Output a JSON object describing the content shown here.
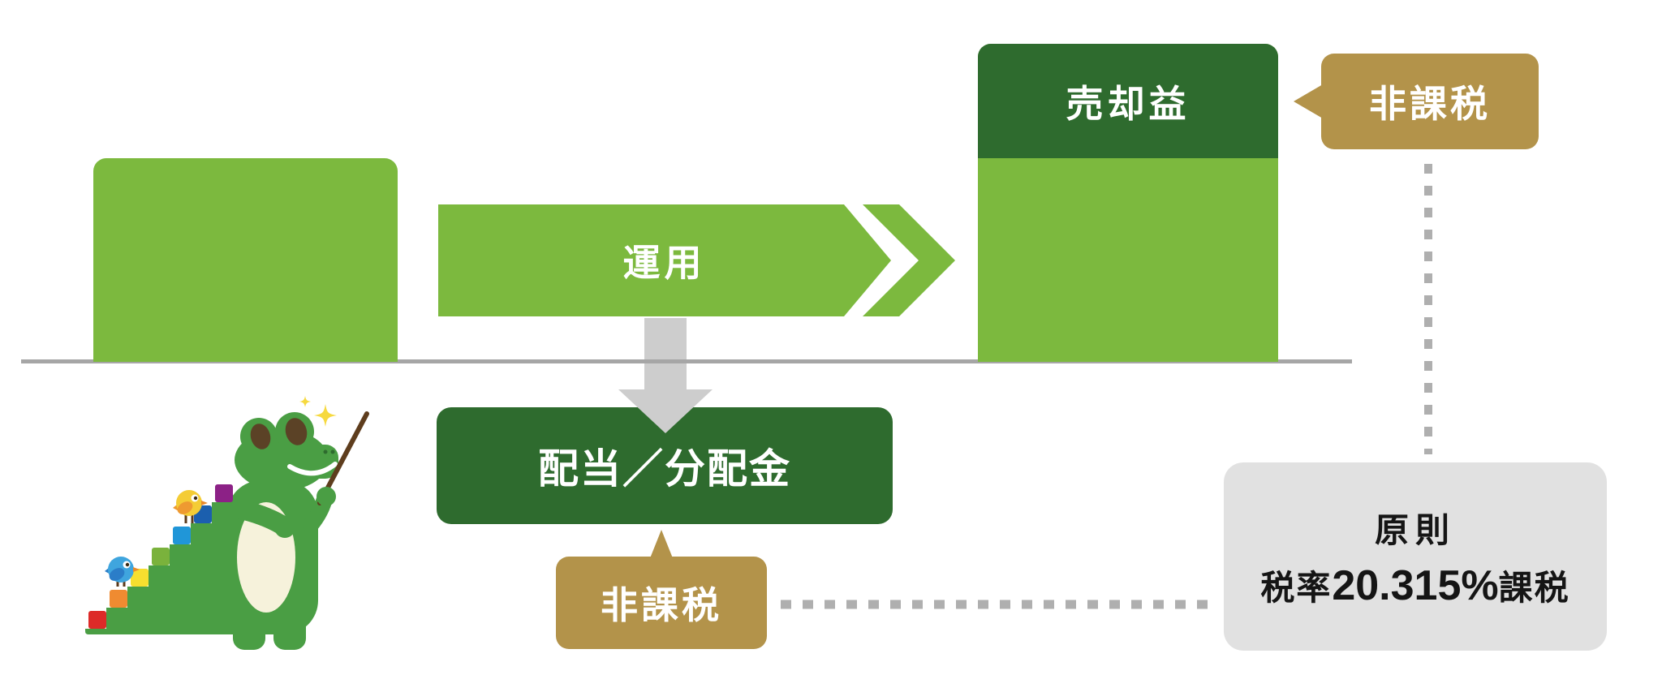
{
  "flow": {
    "operation_label": "運用",
    "right_box_header": "売却益",
    "dividend_label": "配当／分配金",
    "tax_free_top": "非課税",
    "tax_free_bottom": "非課税",
    "principle_line": "原則",
    "tax_prefix": "税率",
    "tax_rate": "20.315%",
    "tax_suffix": "課税"
  },
  "colors": {
    "light_green": "#7CB93E",
    "dark_green": "#2E6B2E",
    "gold": "#B3934A",
    "info_gray": "#E1E1E1",
    "arrow_gray": "#CDCDCD",
    "line_gray": "#A6A6A6",
    "dotted_gray": "#AFAFAF",
    "text_white": "#FFFFFF",
    "text_black": "#151515",
    "mascot_green": "#4A9E44",
    "belly_cream": "#F6F2DB",
    "pupil_brown": "#5B4226",
    "stick_brown": "#5E3D1D",
    "sparkle_yellow": "#F6D93F",
    "bird_blue": "#3FA5DE",
    "bird_blue_wing": "#2B7DC8",
    "bird_yellow": "#F4CC35",
    "bird_yellow_wing": "#EE9A31",
    "beak_orange": "#E98A2B"
  },
  "mascot": {
    "name": "crocodile-investment-mascot",
    "elements": [
      "crocodile",
      "staircase-tail",
      "colored-blocks",
      "blue-bird",
      "yellow-bird",
      "pointer-stick",
      "sparkles"
    ],
    "block_colors": [
      "#DD2A28",
      "#EF8B31",
      "#F6DF2F",
      "#7AB23C",
      "#2096D8",
      "#1B5FAE",
      "#8C2186"
    ]
  }
}
